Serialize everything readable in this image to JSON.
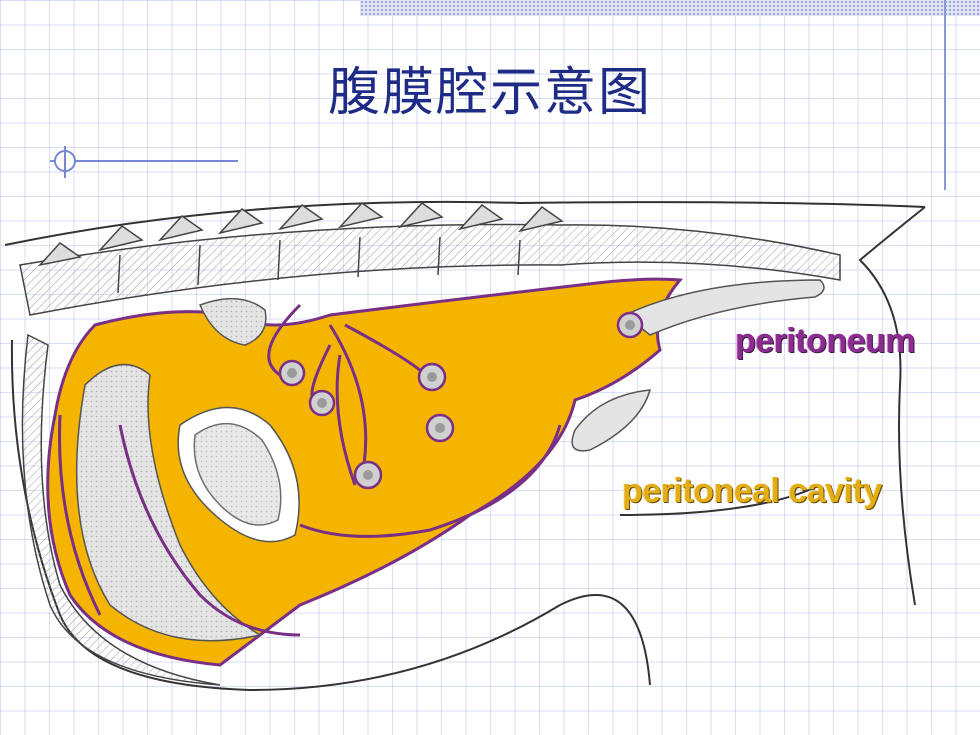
{
  "title": "腹膜腔示意图",
  "labels": {
    "peritoneum": "peritoneum",
    "peritoneal_cavity": "peritoneal cavity"
  },
  "colors": {
    "peritoneal_cavity_fill": "#f5b400",
    "peritoneum_line": "#7a2f86",
    "title_text": "#1f2c86",
    "organ_fill": "#dcdcdc"
  }
}
